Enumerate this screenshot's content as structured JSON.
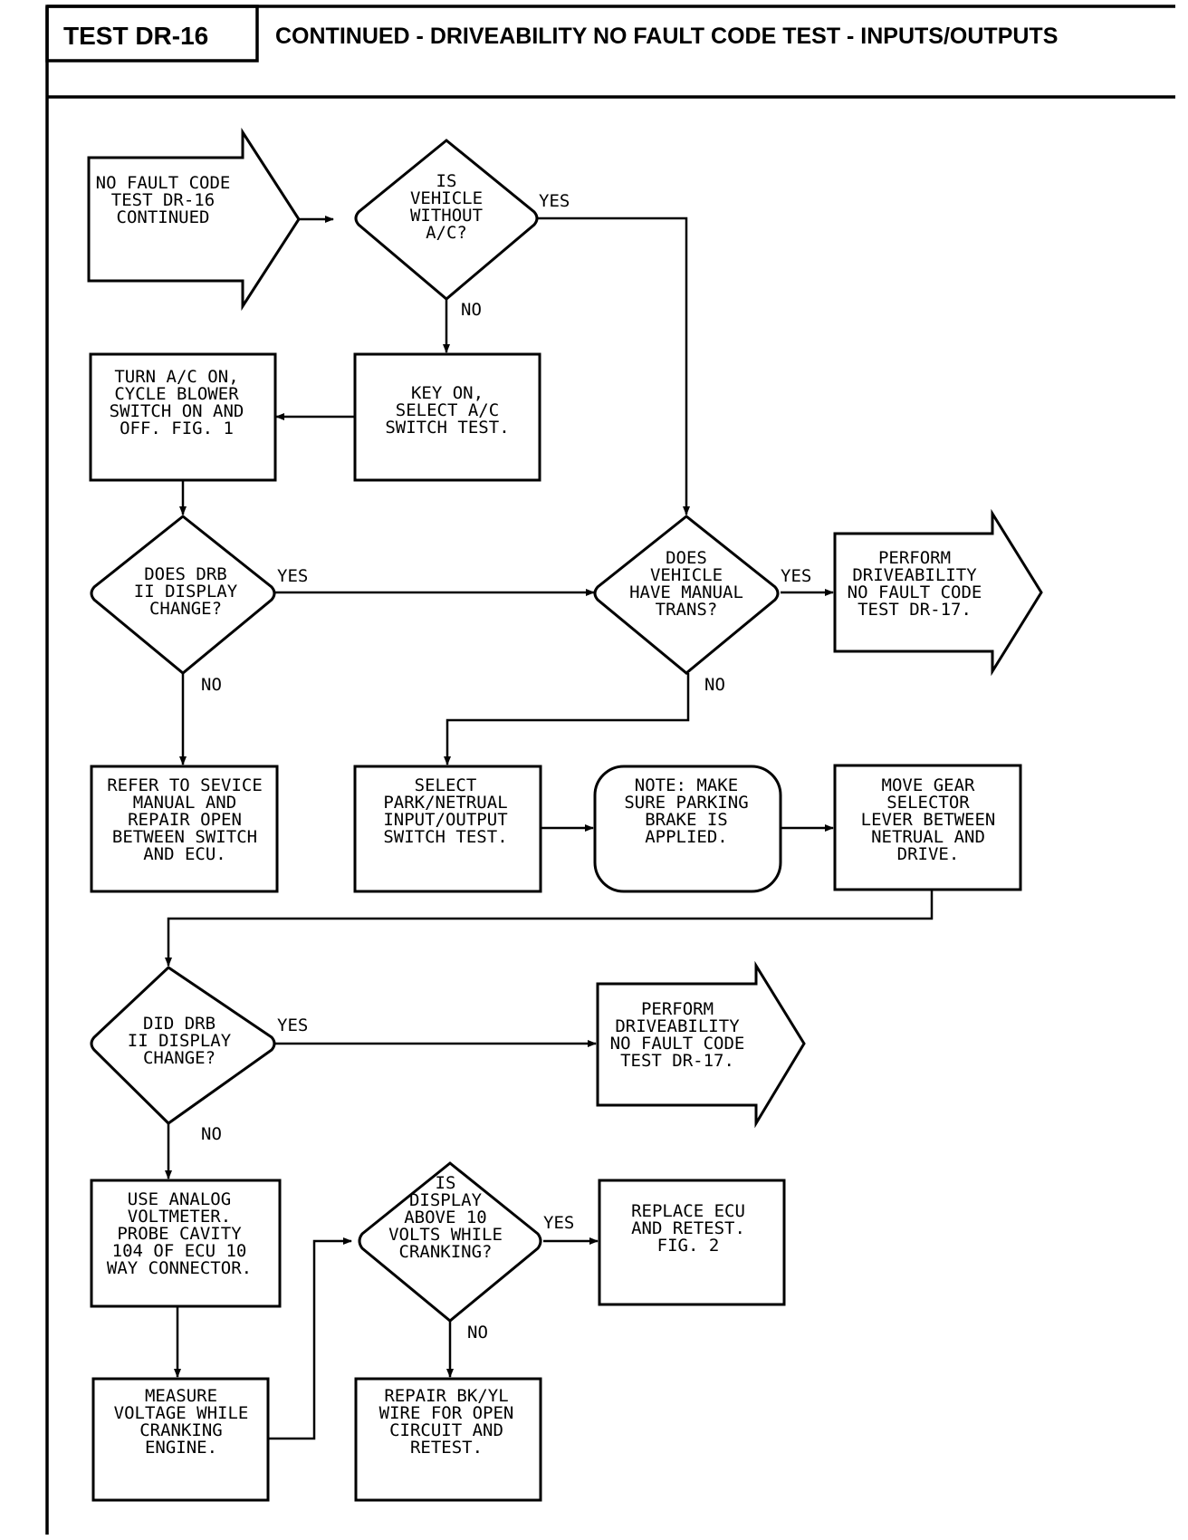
{
  "header": {
    "test_id": "TEST DR-16",
    "title": "CONTINUED - DRIVEABILITY NO FAULT CODE TEST - INPUTS/OUTPUTS"
  },
  "nodes": {
    "start": {
      "type": "off-page-arrow",
      "lines": [
        "NO FAULT CODE",
        "TEST DR-16",
        "CONTINUED"
      ]
    },
    "q_without_ac": {
      "type": "decision",
      "lines": [
        "IS",
        "VEHICLE",
        "WITHOUT",
        "A/C?"
      ]
    },
    "key_on": {
      "type": "process",
      "lines": [
        "KEY ON,",
        "SELECT A/C",
        "SWITCH TEST."
      ]
    },
    "turn_ac_on": {
      "type": "process",
      "lines": [
        "TURN A/C ON,",
        "CYCLE BLOWER",
        "SWITCH ON AND",
        "OFF. FIG. 1"
      ]
    },
    "q_drb_change_1": {
      "type": "decision",
      "lines": [
        "DOES DRB",
        "II DISPLAY",
        "CHANGE?"
      ]
    },
    "q_manual_trans": {
      "type": "decision",
      "lines": [
        "DOES",
        "VEHICLE",
        "HAVE MANUAL",
        "TRANS?"
      ]
    },
    "perform_dr17_a": {
      "type": "off-page-arrow",
      "lines": [
        "PERFORM",
        "DRIVEABILITY",
        "NO FAULT CODE",
        "TEST DR-17."
      ]
    },
    "refer_service": {
      "type": "process",
      "lines": [
        "REFER TO SEVICE",
        "MANUAL AND",
        "REPAIR OPEN",
        "BETWEEN SWITCH",
        "AND ECU."
      ]
    },
    "select_park": {
      "type": "process",
      "lines": [
        "SELECT",
        "PARK/NETRUAL",
        "INPUT/OUTPUT",
        "SWITCH TEST."
      ]
    },
    "note_brake": {
      "type": "note",
      "lines": [
        "NOTE: MAKE",
        "SURE PARKING",
        "BRAKE IS",
        "APPLIED."
      ]
    },
    "move_gear": {
      "type": "process",
      "lines": [
        "MOVE GEAR",
        "SELECTOR",
        "LEVER BETWEEN",
        "NETRUAL AND",
        "DRIVE."
      ]
    },
    "q_drb_change_2": {
      "type": "decision",
      "lines": [
        "DID DRB",
        "II DISPLAY",
        "CHANGE?"
      ]
    },
    "perform_dr17_b": {
      "type": "off-page-arrow",
      "lines": [
        "PERFORM",
        "DRIVEABILITY",
        "NO FAULT CODE",
        "TEST DR-17."
      ]
    },
    "use_voltmeter": {
      "type": "process",
      "lines": [
        "USE ANALOG",
        "VOLTMETER.",
        "PROBE CAVITY",
        "104 OF ECU 10",
        "WAY CONNECTOR."
      ]
    },
    "q_above_10v": {
      "type": "decision",
      "lines": [
        "IS",
        "DISPLAY",
        "ABOVE 10",
        "VOLTS WHILE",
        "CRANKING?"
      ]
    },
    "replace_ecu": {
      "type": "process",
      "lines": [
        "REPLACE ECU",
        "AND RETEST.",
        "FIG. 2"
      ]
    },
    "measure_voltage": {
      "type": "process",
      "lines": [
        "MEASURE",
        "VOLTAGE WHILE",
        "CRANKING",
        "ENGINE."
      ]
    },
    "repair_wire": {
      "type": "process",
      "lines": [
        "REPAIR BK/YL",
        "WIRE FOR OPEN",
        "CIRCUIT AND",
        "RETEST."
      ]
    }
  },
  "labels": {
    "yes": "YES",
    "no": "NO"
  }
}
